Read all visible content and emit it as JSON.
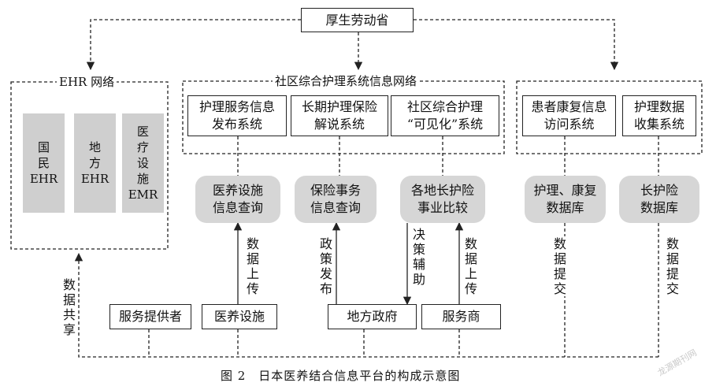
{
  "top": {
    "ministry": "厚生劳动省"
  },
  "ehr": {
    "title": "EHR 网络",
    "items": [
      "国\n民\nEHR",
      "地\n方\nEHR",
      "医\n疗\n设\n施\nEMR"
    ]
  },
  "community": {
    "title": "社区综合护理系统信息网络",
    "systems": [
      "护理服务信息\n发布系统",
      "长期护理保险\n解说系统",
      "社区综合护理\n“可见化”系统"
    ]
  },
  "right_systems": [
    "患者康复信息\n访问系统",
    "护理数据\n收集系统"
  ],
  "databases": [
    "医养设施\n信息查询",
    "保险事务\n信息查询",
    "各地长护险\n事业比较",
    "护理、康复\n数据库",
    "长护险\n数据库"
  ],
  "arrow_labels": {
    "data_upload_1": "数据上传",
    "policy_release": "政策发布",
    "decision_support": "决策辅助",
    "data_upload_2": "数据上传",
    "data_submit_1": "数据提交",
    "data_submit_2": "数据提交",
    "data_share": "数据共享"
  },
  "actors": [
    "服务提供者",
    "医养设施",
    "地方政府",
    "服务商"
  ],
  "caption": "图 2　日本医养结合信息平台的构成示意图",
  "watermark": "龙源期刊网"
}
